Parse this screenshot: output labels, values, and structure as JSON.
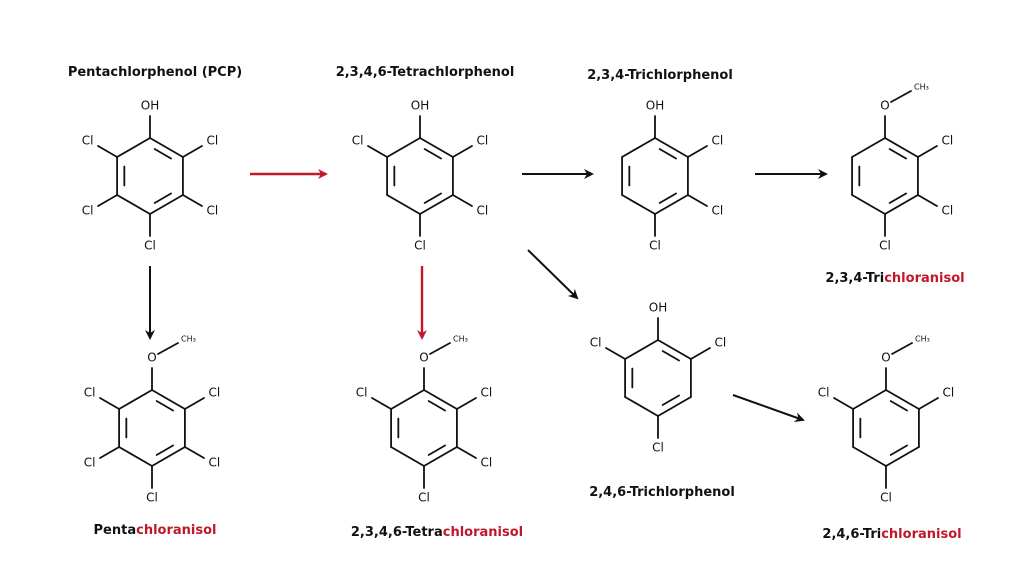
{
  "colors": {
    "ink": "#111111",
    "highlight": "#c0182a"
  },
  "atoms": {
    "oh": "OH",
    "cl": "Cl",
    "o": "O",
    "ch3": "CH₃"
  },
  "compounds": [
    {
      "id": "pcp",
      "name": "Pentachlorphenol (PCP)",
      "name_hl": ""
    },
    {
      "id": "tecp",
      "name": "2,3,4,6-Tetrachlorphenol",
      "name_hl": ""
    },
    {
      "id": "tcp234",
      "name": "2,3,4-Trichlorphenol",
      "name_hl": ""
    },
    {
      "id": "tca234",
      "name": "2,3,4-Tri",
      "name_hl": "chloranisol"
    },
    {
      "id": "pca",
      "name": "Penta",
      "name_hl": "chloranisol"
    },
    {
      "id": "teca",
      "name": "2,3,4,6-Tetra",
      "name_hl": "chloranisol"
    },
    {
      "id": "tcp246",
      "name": "2,4,6-Trichlorphenol",
      "name_hl": ""
    },
    {
      "id": "tca246",
      "name": "2,4,6-Tri",
      "name_hl": "chloranisol"
    }
  ]
}
